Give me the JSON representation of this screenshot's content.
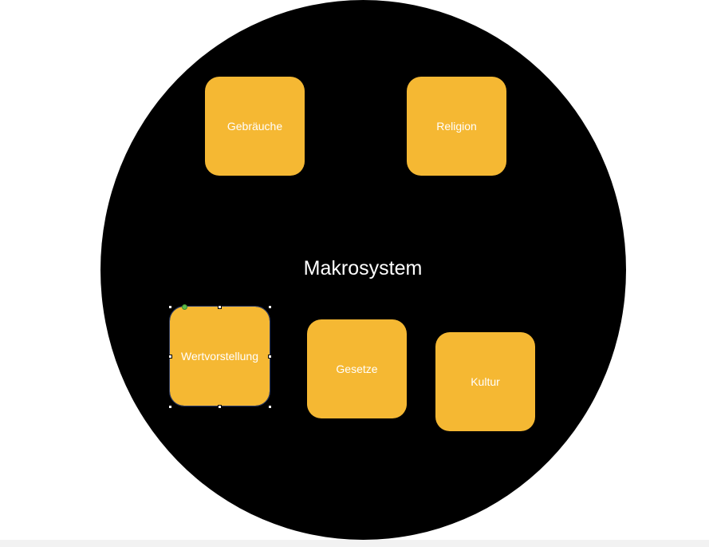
{
  "colors": {
    "background": "#ffffff",
    "circle": "#000000",
    "node_fill": "#f5b833",
    "text": "#ffffff",
    "selection_outline": "#2e3f6e",
    "rotation_handle": "#5dbb4a"
  },
  "diagram": {
    "center_label": "Makrosystem",
    "nodes": [
      {
        "id": "gebraeuche",
        "label": "Gebräuche",
        "selected": false
      },
      {
        "id": "religion",
        "label": "Religion",
        "selected": false
      },
      {
        "id": "wertvorstellung",
        "label": "Wertvorstellung",
        "selected": true
      },
      {
        "id": "gesetze",
        "label": "Gesetze",
        "selected": false
      },
      {
        "id": "kultur",
        "label": "Kultur",
        "selected": false
      }
    ]
  }
}
